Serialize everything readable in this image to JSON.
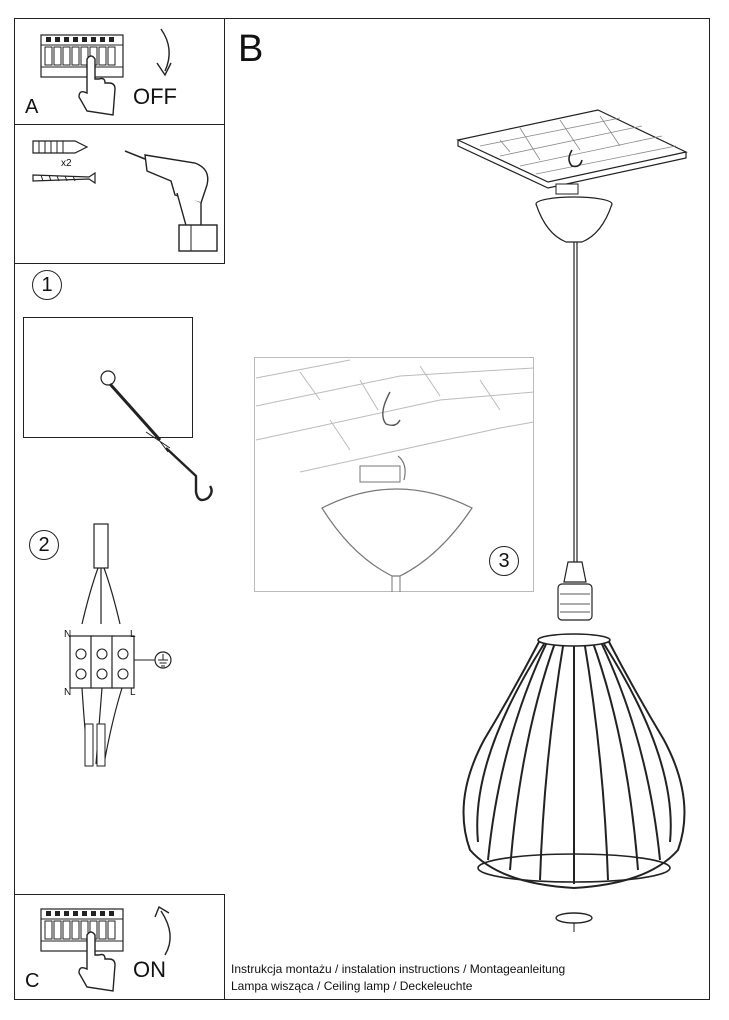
{
  "panel_a": {
    "letter": "A",
    "state": "OFF",
    "icons": [
      "breaker-panel-icon",
      "hand-pointer-icon",
      "arrow-down-icon"
    ]
  },
  "tools": {
    "quantity": "x2",
    "icons": [
      "wall-plug-icon",
      "screw-icon",
      "drill-icon"
    ]
  },
  "step1": {
    "number": "1",
    "icons": [
      "ceiling-hook-icon"
    ]
  },
  "step2": {
    "number": "2",
    "labels": {
      "n_top": "N",
      "l_top": "L",
      "n_bottom": "N",
      "l_bottom": "L"
    },
    "icons": [
      "terminal-block-icon",
      "ground-symbol-icon"
    ]
  },
  "panel_b": {
    "letter": "B"
  },
  "step3": {
    "number": "3",
    "icons": [
      "ceiling-canopy-icon"
    ]
  },
  "panel_c": {
    "letter": "C",
    "state": "ON",
    "icons": [
      "breaker-panel-icon",
      "hand-pointer-icon",
      "arrow-up-icon"
    ]
  },
  "footer": {
    "line1": "Instrukcja montażu / instalation instructions / Montageanleitung",
    "line2": "Lampa wisząca / Ceiling lamp / Deckeleuchte"
  }
}
